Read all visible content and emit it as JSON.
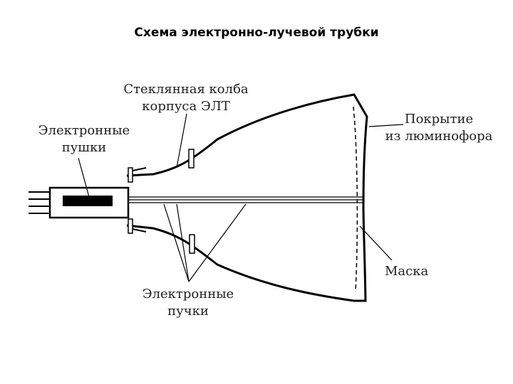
{
  "title": "Схема электронно-лучевой трубки",
  "labels": {
    "glass_bulb": [
      "Стеклянная колба",
      "корпуса ЭЛТ"
    ],
    "electron_guns": [
      "Электронные",
      "пушки"
    ],
    "phosphor": [
      "Покрытие",
      "из люминофора"
    ],
    "mask": "Маска",
    "electron_beams": [
      "Электронные",
      "пучки"
    ]
  }
}
